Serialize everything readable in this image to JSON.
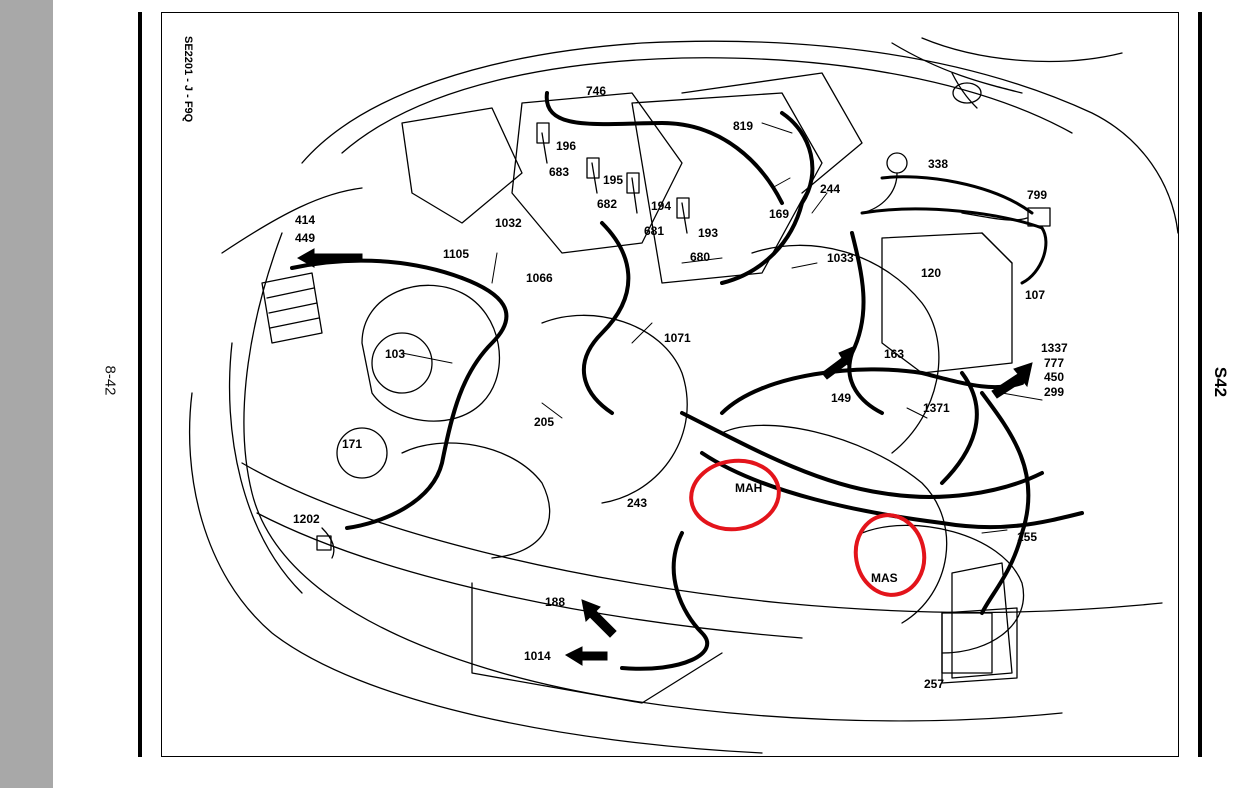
{
  "page": {
    "page_number": "8-42",
    "sheet_code": "S42",
    "ref_code": "SE2201 - J - F9Q"
  },
  "labels": {
    "l746": "746",
    "l819": "819",
    "l196": "196",
    "l683": "683",
    "l195": "195",
    "l338": "338",
    "l244": "244",
    "l799": "799",
    "l682": "682",
    "l194": "194",
    "l1032": "1032",
    "l169": "169",
    "l681": "681",
    "l193": "193",
    "l414": "414",
    "l449": "449",
    "l1105": "1105",
    "l680": "680",
    "l1033": "1033",
    "l120": "120",
    "l1066": "1066",
    "l107": "107",
    "l1071": "1071",
    "l1337": "1337",
    "l777": "777",
    "l450": "450",
    "l299": "299",
    "l103": "103",
    "l163": "163",
    "l149": "149",
    "l205": "205",
    "l1371": "1371",
    "l171": "171",
    "l243": "243",
    "l1202": "1202",
    "l155": "155",
    "l188": "188",
    "l1014": "1014",
    "l257": "257",
    "mah": "MAH",
    "mas": "MAS"
  },
  "colors": {
    "highlight": "#e3141b",
    "line": "#000000",
    "sidebar": "#a8a8a8"
  }
}
